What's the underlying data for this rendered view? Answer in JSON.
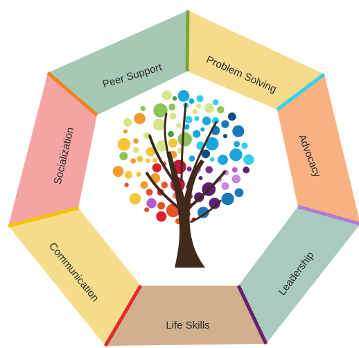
{
  "segments": [
    {
      "id": "peer-support",
      "label": "Peer Support",
      "fill": "#f7b183",
      "accent": "#f0831e"
    },
    {
      "id": "problem-solving",
      "label": "Problem Solving",
      "fill": "#a9cbbd",
      "accent": "#7aa832"
    },
    {
      "id": "advocacy",
      "label": "Advocacy",
      "fill": "#d1b08d",
      "accent": "#32d3ea"
    },
    {
      "id": "leadership",
      "label": "Leadership",
      "fill": "#f5dd8b",
      "accent": "#b07ad6"
    },
    {
      "id": "life-skills",
      "label": "Life Skills",
      "fill": "#f4a5a3",
      "accent": "#6b1f6e"
    },
    {
      "id": "communication",
      "label": "Communication",
      "fill": "#a6c9b6",
      "accent": "#e8262e"
    },
    {
      "id": "socialization",
      "label": "Socialization",
      "fill": "#f6db8c",
      "accent": "#f4c400"
    }
  ],
  "tree": {
    "trunk_color": "#3f2a1c",
    "palette": [
      "#d7e58a",
      "#8fc259",
      "#3f9e3e",
      "#1f7b3a",
      "#f6c63a",
      "#f29c2e",
      "#e6532b",
      "#d8232a",
      "#c21838",
      "#f37a7a",
      "#2fd0ec",
      "#1da6dc",
      "#1b78b5",
      "#124c82",
      "#7a2c8e",
      "#b35ad1",
      "#c887e0",
      "#5c1f74"
    ]
  }
}
